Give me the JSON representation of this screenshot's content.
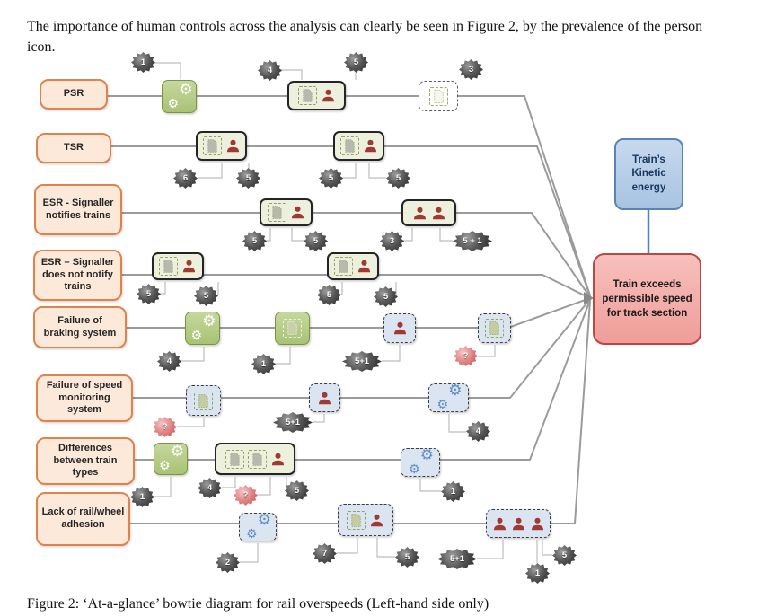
{
  "page": {
    "intro": "The importance of human controls across the analysis can clearly be seen in Figure 2, by the prevalence of the person icon.",
    "caption": "Figure 2: ‘At-a-glance’ bowtie diagram for rail overspeeds (Left-hand side only)"
  },
  "icons": {
    "gear": "⚙"
  },
  "diagram": {
    "hazard": {
      "label": "Train’s Kinetic energy"
    },
    "top_event": {
      "label": "Train exceeds permissible speed for track section"
    },
    "colors": {
      "threat_fill": "#fde9d9",
      "threat_border": "#e0824a",
      "hazard_fill": "#b8cce4",
      "hazard_border": "#5a84b4",
      "top_event_fill": "#f2a7a3",
      "top_event_border": "#b94743",
      "badge_dark": "#3d3d3d",
      "badge_alert": "#d96565",
      "control_green": "#b5cc8e",
      "control_blue_dashed": "#dbe5f1",
      "control_cream": "#edf0dd"
    },
    "rows": [
      {
        "label": "PSR",
        "controls": [
          "automation-gears",
          "document-and-person",
          "document-dashed"
        ],
        "badges": [
          {
            "value": "1"
          },
          {
            "value": "4"
          },
          {
            "value": "5"
          },
          {
            "value": "3"
          }
        ]
      },
      {
        "label": "TSR",
        "controls": [
          "document-and-person",
          "document-and-person"
        ],
        "badges": [
          {
            "value": "6"
          },
          {
            "value": "5"
          },
          {
            "value": "5"
          },
          {
            "value": "5"
          }
        ]
      },
      {
        "label": "ESR - Signaller notifies trains",
        "controls": [
          "document-and-person",
          "two-persons"
        ],
        "badges": [
          {
            "value": "5"
          },
          {
            "value": "5"
          },
          {
            "value": "3"
          },
          {
            "value": "5 + 1"
          }
        ]
      },
      {
        "label": "ESR – Signaller does not notify trains",
        "controls": [
          "document-and-person",
          "document-and-person"
        ],
        "badges": [
          {
            "value": "5"
          },
          {
            "value": "5"
          },
          {
            "value": "5"
          },
          {
            "value": "5"
          }
        ]
      },
      {
        "label": "Failure of braking system",
        "controls": [
          "automation-gears",
          "document-green",
          "person-blue",
          "document-blue"
        ],
        "badges": [
          {
            "value": "4"
          },
          {
            "value": "1"
          },
          {
            "value": "5+1"
          },
          {
            "value": "?"
          }
        ]
      },
      {
        "label": "Failure of speed monitoring system",
        "controls": [
          "document-blue",
          "person-blue",
          "automation-gears-blue"
        ],
        "badges": [
          {
            "value": "?"
          },
          {
            "value": "5+1"
          },
          {
            "value": "4"
          }
        ]
      },
      {
        "label": "Differences between train types",
        "controls": [
          "automation-gears",
          "two-documents-and-person",
          "automation-gears-blue"
        ],
        "badges": [
          {
            "value": "1"
          },
          {
            "value": "4"
          },
          {
            "value": "?"
          },
          {
            "value": "5"
          },
          {
            "value": "1"
          }
        ]
      },
      {
        "label": "Lack of rail/wheel adhesion",
        "controls": [
          "automation-gears-blue",
          "document-and-person-blue",
          "three-persons"
        ],
        "badges": [
          {
            "value": "2"
          },
          {
            "value": "7"
          },
          {
            "value": "5"
          },
          {
            "value": "5+1"
          },
          {
            "value": "1"
          },
          {
            "value": "5"
          }
        ]
      }
    ]
  }
}
